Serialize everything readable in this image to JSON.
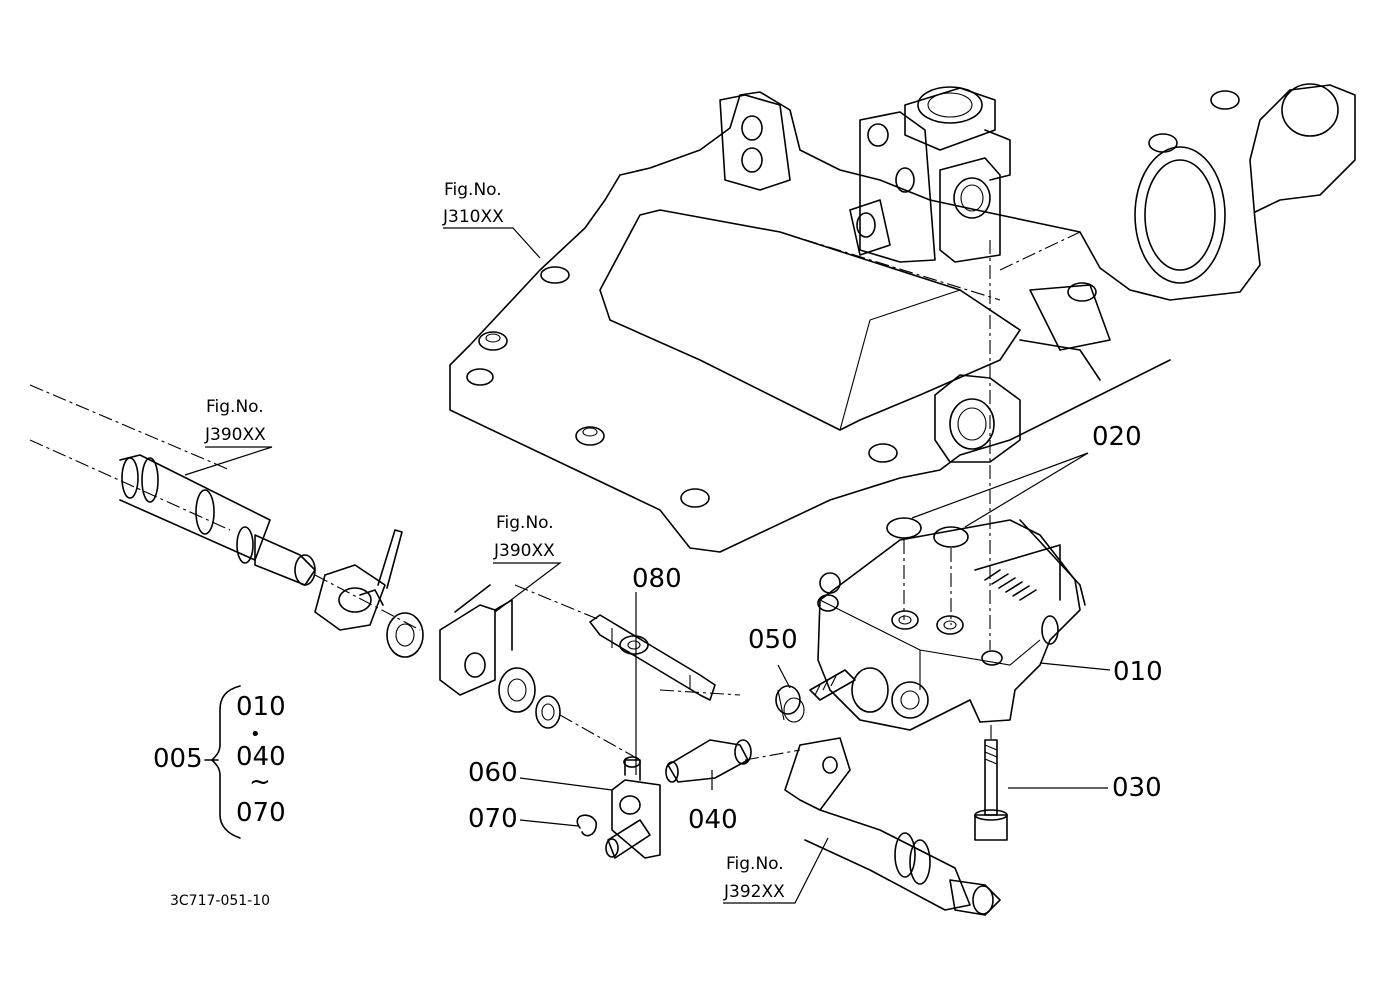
{
  "figure_code": "3C717-051-10",
  "fig_refs": [
    {
      "label": "Fig.No.",
      "number": "J310XX"
    },
    {
      "label": "Fig.No.",
      "number": "J390XX"
    },
    {
      "label": "Fig.No.",
      "number": "J390XX"
    },
    {
      "label": "Fig.No.",
      "number": "J392XX"
    }
  ],
  "parts": {
    "p010": "010",
    "p020": "020",
    "p030": "030",
    "p040": "040",
    "p050": "050",
    "p060": "060",
    "p070": "070",
    "p080": "080"
  },
  "assembly": {
    "code": "005",
    "first": "010",
    "separator": "•",
    "middle": "040",
    "range_symbol": "~",
    "last": "070"
  }
}
